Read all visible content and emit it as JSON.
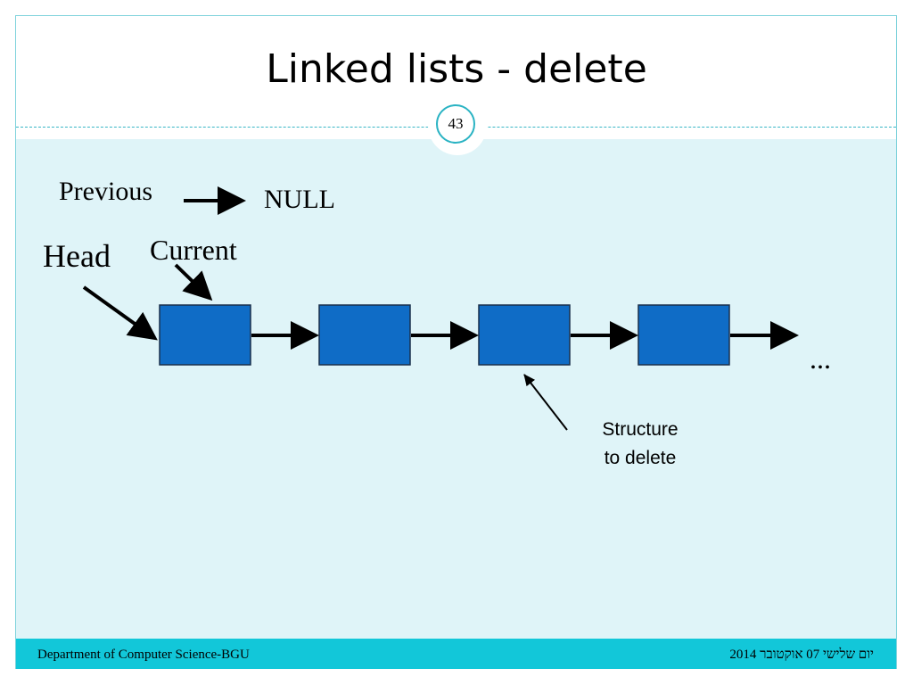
{
  "slide": {
    "title": "Linked lists - delete",
    "page_number": "43",
    "footer_left": "Department of Computer Science-BGU",
    "footer_right": "יום שלישי 07 אוקטובר 2014"
  },
  "diagram": {
    "labels": {
      "previous": "Previous",
      "null": "NULL",
      "head": "Head",
      "current": "Current",
      "ellipsis": "...",
      "structure_line1": "Structure",
      "structure_line2": "to delete"
    },
    "node_count": 4,
    "colors": {
      "node_fill": "#0f6cc6",
      "node_stroke": "#1a2f4a",
      "arrow": "#000000",
      "content_bg": "#dff4f8",
      "footer_bg": "#12c7d9",
      "accent": "#2ab3c3"
    }
  }
}
